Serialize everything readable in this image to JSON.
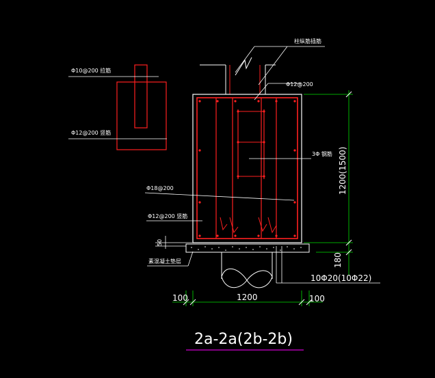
{
  "drawing": {
    "title": "2a-2a(2b-2b)",
    "colors": {
      "background": "#000000",
      "rebar": "#ff2020",
      "concrete": "#ffffff",
      "dimension": "#00e000",
      "title_underline": "#d000d0",
      "leader": "#ffffff"
    },
    "labels": {
      "top_note": "柱纵筋插筋",
      "stirrup_detail": "Φ10@200 拉筋",
      "side_bar_detail": "Φ12@200 竖筋",
      "top_bar": "Φ12@200",
      "three_bars": "3Φ 钢筋",
      "mesh_bar": "Φ18@200",
      "vertical_bar": "Φ12@200 竖筋",
      "cover_50": "50",
      "bottom_note": "素混凝土垫层",
      "main_rebar": "10Φ20(10Φ22)"
    },
    "dimensions": {
      "height": "1200(1500)",
      "bottom_offset": "180",
      "left_offset": "100",
      "width": "1200",
      "right_offset": "100"
    }
  }
}
